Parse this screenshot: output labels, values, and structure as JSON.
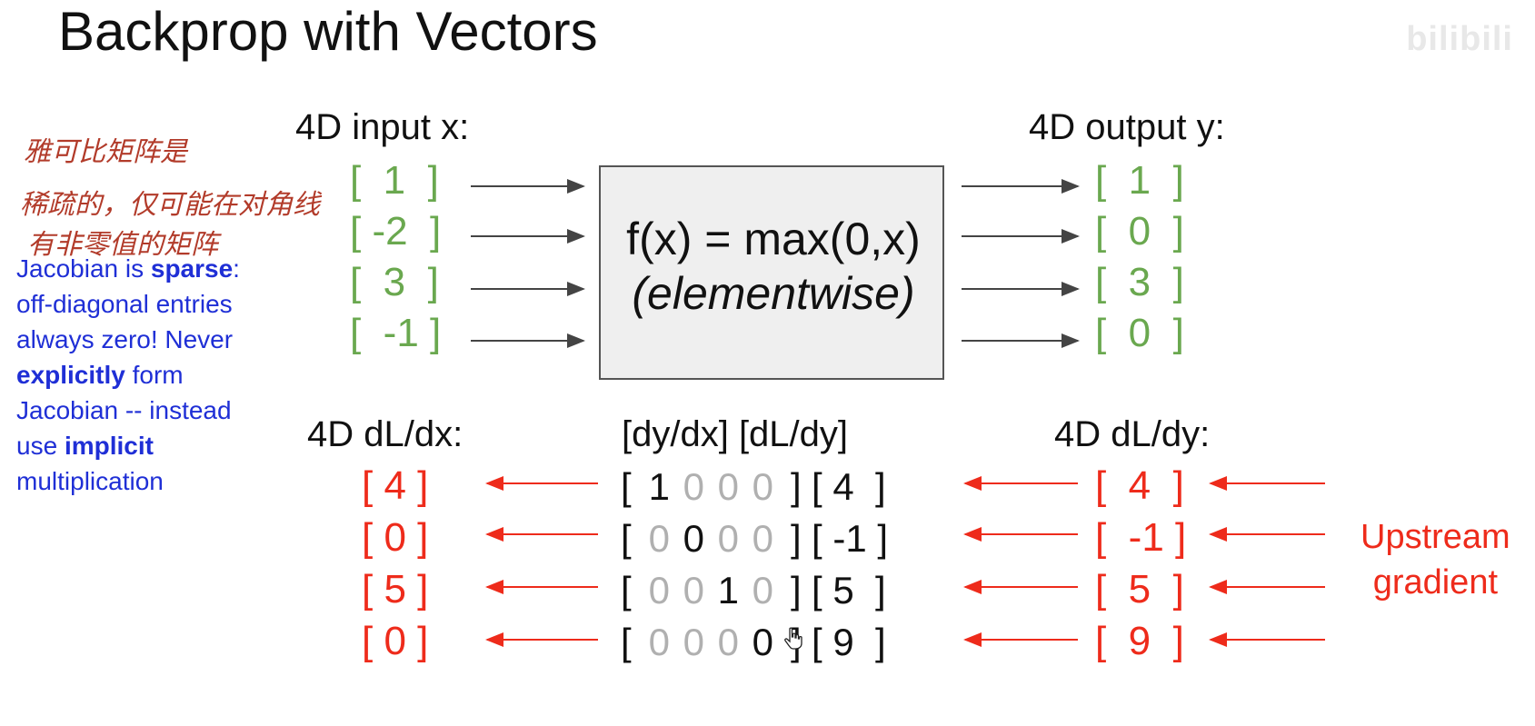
{
  "title": "Backprop with Vectors",
  "watermark": "bilibili",
  "handwritten_note": {
    "line1": "雅可比矩阵是",
    "line2": "稀疏的，仅可能在对角线",
    "line3": "有非零值的矩阵"
  },
  "side_note": {
    "p1": "Jacobian is ",
    "b1": "sparse",
    "p2": ":",
    "p3": "off-diagonal entries",
    "p4": "always zero! Never",
    "b2": "explicitly",
    "p5": " form",
    "p6": "Jacobian -- instead",
    "p7": "use ",
    "b3": "implicit",
    "p8": "multiplication"
  },
  "input_label": "4D input x:",
  "output_label": "4D output y:",
  "input_values": [
    "[  1  ]",
    "[ -2  ]",
    "[  3  ]",
    "[  -1 ]"
  ],
  "output_values": [
    "[  1  ]",
    "[  0  ]",
    "[  3  ]",
    "[  0  ]"
  ],
  "function": {
    "line1": "f(x) = max(0,x)",
    "line2": "(elementwise)"
  },
  "dldx_label": "4D dL/dx:",
  "jacobian_label": "[dy/dx] [dL/dy]",
  "dldy_label": "4D dL/dy:",
  "dldx_values": [
    "[ 4 ]",
    "[ 0 ]",
    "[ 5 ]",
    "[ 0 ]"
  ],
  "jacobian_rows": [
    {
      "open": "[",
      "c": [
        "1",
        "0",
        "0",
        "0"
      ],
      "close": "]"
    },
    {
      "open": "[",
      "c": [
        "0",
        "0",
        "0",
        "0"
      ],
      "close": "]"
    },
    {
      "open": "[",
      "c": [
        "0",
        "0",
        "1",
        "0"
      ],
      "close": "]"
    },
    {
      "open": "[",
      "c": [
        "0",
        "0",
        "0",
        "0"
      ],
      "close": "]"
    }
  ],
  "jacobian_highlight": [
    [
      0,
      0
    ],
    [
      1,
      1
    ],
    [
      2,
      2
    ],
    [
      3,
      3
    ]
  ],
  "dldy_col_values": [
    "[ 4  ]",
    "[ -1 ]",
    "[ 5  ]",
    "[ 9  ]"
  ],
  "dldy_values": [
    "[  4  ]",
    "[  -1 ]",
    "[  5  ]",
    "[  9  ]"
  ],
  "upstream": {
    "line1": "Upstream",
    "line2": "gradient"
  },
  "colors": {
    "forward": "#6aa84f",
    "backward": "#ee2b1b",
    "side_text": "#1f2fd6",
    "arrow_dark": "#444444"
  }
}
